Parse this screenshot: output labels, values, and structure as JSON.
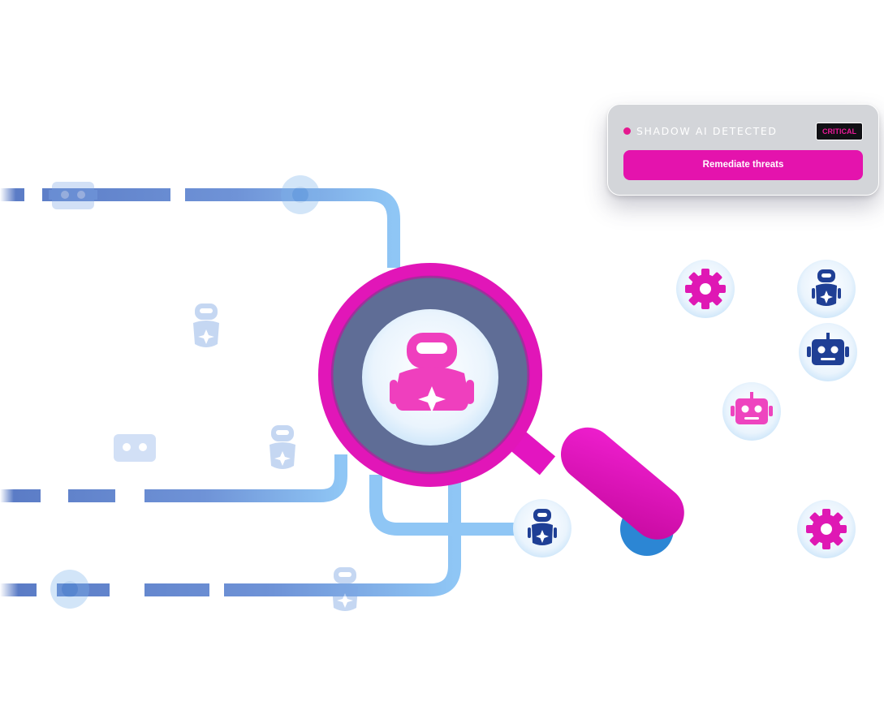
{
  "alert": {
    "title": "SHADOW AI DETECTED",
    "severity": "CRITICAL",
    "action_label": "Remediate threats"
  },
  "colors": {
    "magenta": "#e617b5",
    "lens_dark": "#5e6d96",
    "pipe_dark": "#5a7ec9",
    "pipe_light": "#8ec6f5",
    "robot_blue": "#1f3f95"
  },
  "icons": [
    "robot-icon",
    "gear-icon",
    "magnifier-icon"
  ]
}
